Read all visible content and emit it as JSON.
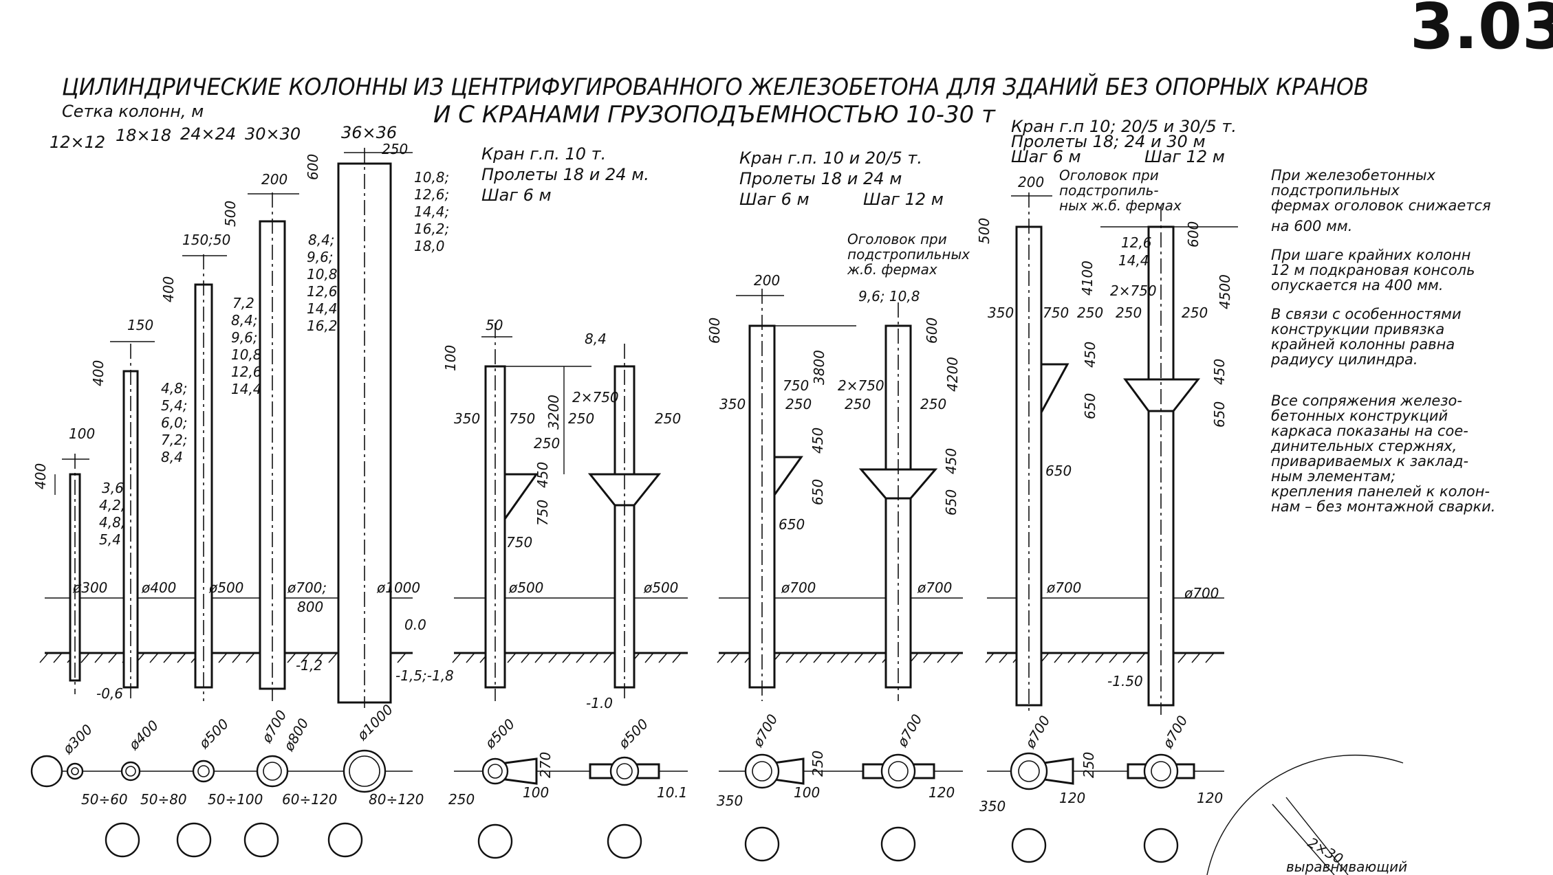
{
  "sheet_number": "3.03",
  "title_line1": "ЦИЛИНДРИЧЕСКИЕ КОЛОННЫ ИЗ ЦЕНТРИФУГИРОВАННОГО ЖЕЛЕЗОБЕТОНА ДЛЯ ЗДАНИЙ БЕЗ ОПОРНЫХ КРАНОВ",
  "title_line2": "И С КРАНАМИ ГРУЗОПОДЪЕМНОСТЬЮ 10-30 т",
  "grid_label": "Сетка колонн, м",
  "no_crane_columns": [
    {
      "grid": "12×12",
      "dia": "ø300",
      "top": "100",
      "head": "400",
      "elev": [
        "3,6;",
        "4,2;",
        "4,8;",
        "5,4"
      ],
      "base": "-0,6",
      "plan_dia": "ø300",
      "plan_wall": "50÷60"
    },
    {
      "grid": "18×18",
      "dia": "ø400",
      "top": "150",
      "head": "400",
      "elev": [
        "4,8;",
        "5,4;",
        "6,0;",
        "7,2;",
        "8,4"
      ],
      "base": "",
      "plan_dia": "ø400",
      "plan_wall": "50÷80"
    },
    {
      "grid": "24×24",
      "dia": "ø500",
      "top": "150;50",
      "head": "400",
      "elev": [
        "7,2",
        "8,4;",
        "9,6;",
        "10,8;",
        "12,6;",
        "14,4"
      ],
      "base": "",
      "plan_dia": "ø500",
      "plan_wall": "50÷100"
    },
    {
      "grid": "30×30",
      "dia": "ø700;",
      "dia2": "800",
      "top": "200",
      "head": "500",
      "elev": [
        "8,4;",
        "9,6;",
        "10,8;",
        "12,6;",
        "14,4;",
        "16,2"
      ],
      "base": "-1,2",
      "plan_dia": "ø700",
      "plan_dia2": "ø800",
      "plan_wall": "60÷120"
    },
    {
      "grid": "36×36",
      "dia": "ø1000",
      "top": "250",
      "head": "600",
      "elev": [
        "10,8;",
        "12,6;",
        "14,4;",
        "16,2;",
        "18,0"
      ],
      "base": "-1,5;-1,8",
      "plan_dia": "ø1000",
      "plan_wall": "80÷120"
    }
  ],
  "zero_mark": "0.0",
  "group1": {
    "caption": [
      "Кран г.п. 10 т.",
      "Пролеты 18 и 24 м.",
      "Шаг 6 м"
    ],
    "top_dim": "50",
    "head": "100",
    "height": "3200",
    "elev": "8,4",
    "d350": "350",
    "d750": "750",
    "d250": "250",
    "d450": "450",
    "d750b": "750",
    "d750c": "750",
    "two750": "2×750",
    "d250b": "250",
    "d250c": "250",
    "dia_a": "ø500",
    "dia_b": "ø500",
    "base": "-1.0",
    "plan_a": "ø500",
    "plan_b": "ø500",
    "p250": "250",
    "p100": "100",
    "p270": "270",
    "p101": "10.1"
  },
  "group2": {
    "caption": [
      "Кран г.п. 10 и 20/5 т.",
      "Пролеты 18 и 24 м",
      "Шаг 6 м",
      "Шаг 12 м"
    ],
    "note": [
      "Оголовок при",
      "подстропильных",
      "ж.б. фермах"
    ],
    "elev": "9,6; 10,8",
    "top_dim": "200",
    "head": "600",
    "height": "3800",
    "d350": "350",
    "d750": "750",
    "d250": "250",
    "d450": "450",
    "d650": "650",
    "d650b": "650",
    "two750": "2×750",
    "d250b": "250",
    "d250c": "250",
    "d600": "600",
    "d4200": "4200",
    "d450b": "450",
    "d650c": "650",
    "dia_a": "ø700",
    "dia_b": "ø700",
    "plan_a": "ø700",
    "plan_b": "ø700",
    "p350": "350",
    "p100": "100",
    "p250": "250",
    "p120": "120"
  },
  "group3": {
    "caption": [
      "Кран г.п 10; 20/5 и 30/5 т.",
      "Пролеты 18; 24 и 30 м",
      "Шаг 6 м",
      "Шаг 12 м"
    ],
    "note": [
      "Оголовок при",
      "подстропиль-",
      "ных ж.б. фермах"
    ],
    "top_dim": "200",
    "head": "500",
    "d4100": "4100",
    "d350": "350",
    "d750": "750",
    "d250": "250",
    "d450": "450",
    "d650": "650",
    "d650b": "650",
    "elev": [
      "12,6",
      "14,4"
    ],
    "two750": "2×750",
    "d250b": "250",
    "d250c": "250",
    "d600": "600",
    "d4500": "4500",
    "d450b": "450",
    "d650c": "650",
    "dia_a": "ø700",
    "dia_b": "ø700",
    "base": "-1.50",
    "plan_a": "ø700",
    "plan_b": "ø700",
    "p350": "350",
    "p120": "120",
    "p250": "250",
    "p120b": "120"
  },
  "notes": [
    [
      "При железобетонных",
      "подстропильных",
      "фермах оголовок снижается",
      "на 600 мм."
    ],
    [
      "При шаге крайних колонн",
      "12 м подкрановая консоль",
      "опускается на 400 мм."
    ],
    [
      "В связи с особенностями",
      "конструкции привязка",
      "крайней колонны равна",
      "радиусу цилиндра."
    ],
    [
      "Все сопряжения железо-",
      "бетонных конструкций",
      "каркаса показаны на сое-",
      "динительных стержнях,",
      "привариваемых к заклад-",
      "ным элементам;",
      "крепления панелей к колон-",
      "нам – без монтажной сварки."
    ]
  ],
  "corner": {
    "dim": "2×30",
    "label": "выравнивающий"
  }
}
